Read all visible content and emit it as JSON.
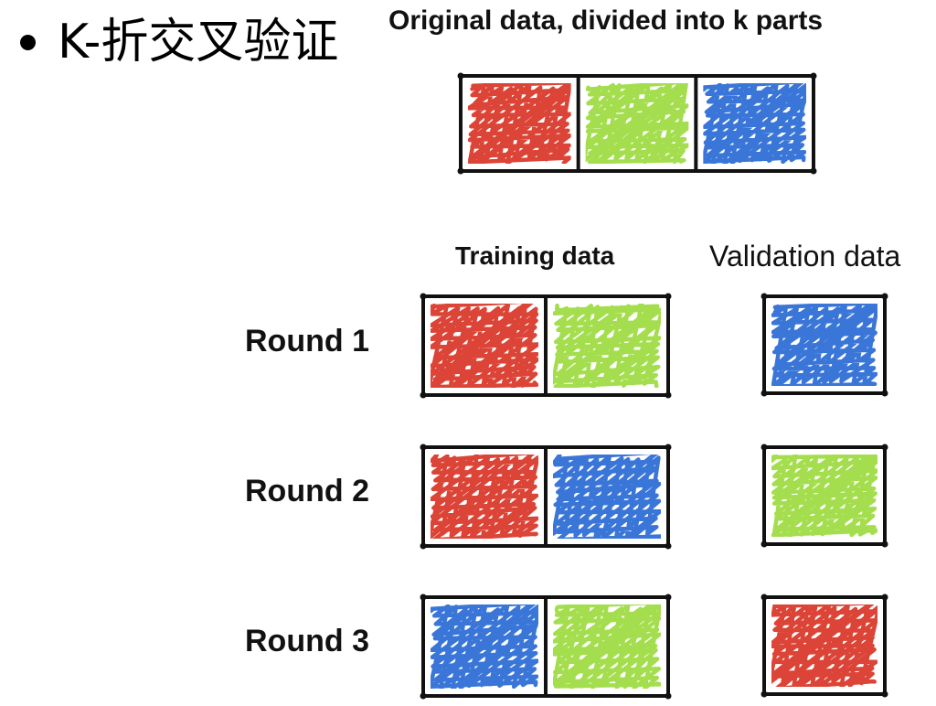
{
  "title": {
    "bullet": "•",
    "text": "K-折交叉验证"
  },
  "original": {
    "caption": "Original data, divided into k parts",
    "parts": [
      "red",
      "green",
      "blue"
    ]
  },
  "columns": {
    "training": "Training data",
    "validation": "Validation data"
  },
  "rounds": [
    {
      "label": "Round 1",
      "training": [
        "red",
        "green"
      ],
      "validation": "blue"
    },
    {
      "label": "Round 2",
      "training": [
        "red",
        "blue"
      ],
      "validation": "green"
    },
    {
      "label": "Round 3",
      "training": [
        "blue",
        "green"
      ],
      "validation": "red"
    }
  ],
  "colors": {
    "red": "#d93a2b",
    "green": "#9fdc45",
    "blue": "#2f6fd6",
    "border": "#111111"
  }
}
